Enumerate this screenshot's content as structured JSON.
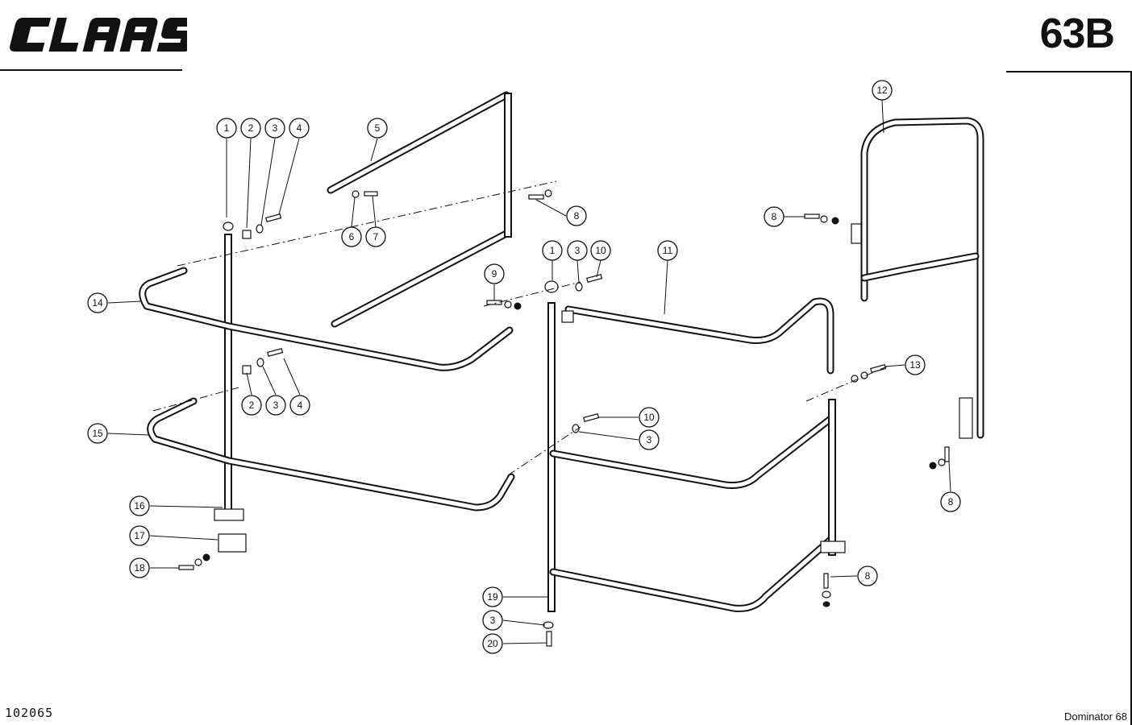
{
  "header": {
    "brand": "CLAAS",
    "page_number": "63B"
  },
  "footer": {
    "drawing_number": "102065",
    "model": "Dominator 68"
  },
  "callouts": [
    {
      "label": "1"
    },
    {
      "label": "2"
    },
    {
      "label": "3"
    },
    {
      "label": "4"
    },
    {
      "label": "5"
    },
    {
      "label": "6"
    },
    {
      "label": "7"
    },
    {
      "label": "8"
    },
    {
      "label": "2"
    },
    {
      "label": "3"
    },
    {
      "label": "4"
    },
    {
      "label": "14"
    },
    {
      "label": "15"
    },
    {
      "label": "16"
    },
    {
      "label": "17"
    },
    {
      "label": "18"
    },
    {
      "label": "9"
    },
    {
      "label": "1"
    },
    {
      "label": "3"
    },
    {
      "label": "10"
    },
    {
      "label": "11"
    },
    {
      "label": "10"
    },
    {
      "label": "3"
    },
    {
      "label": "19"
    },
    {
      "label": "3"
    },
    {
      "label": "20"
    },
    {
      "label": "12"
    },
    {
      "label": "8"
    },
    {
      "label": "13"
    },
    {
      "label": "8"
    },
    {
      "label": "8"
    }
  ]
}
